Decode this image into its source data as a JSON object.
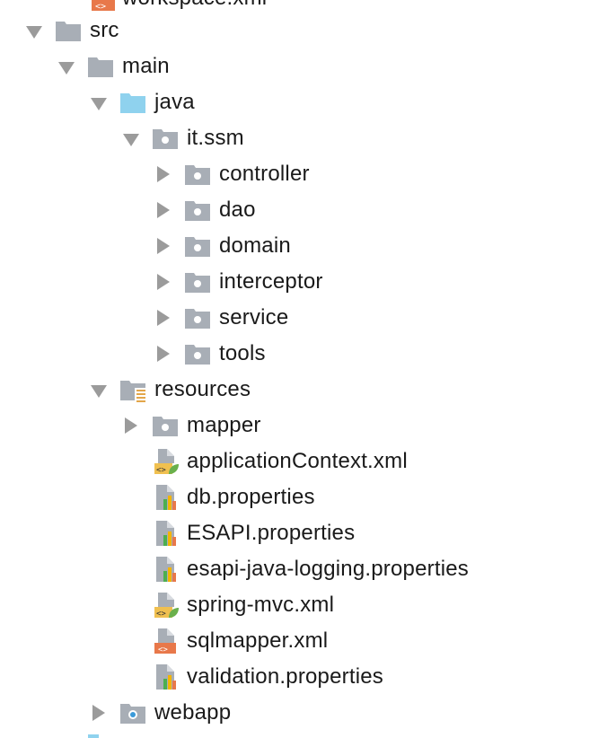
{
  "colors": {
    "folder": "#a8aeb6",
    "source_folder": "#8fd2ee",
    "resource_lines": "#e3a64a",
    "arrow": "#9b9b9b",
    "xml_badge": "#e8784a",
    "spring_leaf": "#6ab04c",
    "bars": [
      "#4caf50",
      "#f3b400",
      "#e8784a"
    ]
  },
  "tree": {
    "top_partial": {
      "label": "workspace.xml",
      "icon": "xml-file-icon"
    },
    "items": [
      {
        "label": "src",
        "icon": "folder-icon",
        "arrow": "expanded"
      },
      {
        "label": "main",
        "icon": "folder-icon",
        "arrow": "expanded"
      },
      {
        "label": "java",
        "icon": "source-folder-icon",
        "arrow": "expanded"
      },
      {
        "label": "it.ssm",
        "icon": "package-icon",
        "arrow": "expanded"
      },
      {
        "label": "controller",
        "icon": "package-icon",
        "arrow": "collapsed"
      },
      {
        "label": "dao",
        "icon": "package-icon",
        "arrow": "collapsed"
      },
      {
        "label": "domain",
        "icon": "package-icon",
        "arrow": "collapsed"
      },
      {
        "label": "interceptor",
        "icon": "package-icon",
        "arrow": "collapsed"
      },
      {
        "label": "service",
        "icon": "package-icon",
        "arrow": "collapsed"
      },
      {
        "label": "tools",
        "icon": "package-icon",
        "arrow": "collapsed"
      },
      {
        "label": "resources",
        "icon": "resources-folder-icon",
        "arrow": "expanded"
      },
      {
        "label": "mapper",
        "icon": "package-icon",
        "arrow": "collapsed"
      },
      {
        "label": "applicationContext.xml",
        "icon": "spring-xml-file-icon",
        "arrow": "none"
      },
      {
        "label": "db.properties",
        "icon": "properties-file-icon",
        "arrow": "none"
      },
      {
        "label": "ESAPI.properties",
        "icon": "properties-file-icon",
        "arrow": "none"
      },
      {
        "label": "esapi-java-logging.properties",
        "icon": "properties-file-icon",
        "arrow": "none"
      },
      {
        "label": "spring-mvc.xml",
        "icon": "spring-xml-file-icon",
        "arrow": "none"
      },
      {
        "label": "sqlmapper.xml",
        "icon": "xml-file-icon",
        "arrow": "none"
      },
      {
        "label": "validation.properties",
        "icon": "properties-file-icon",
        "arrow": "none"
      },
      {
        "label": "webapp",
        "icon": "web-folder-icon",
        "arrow": "collapsed"
      }
    ]
  }
}
